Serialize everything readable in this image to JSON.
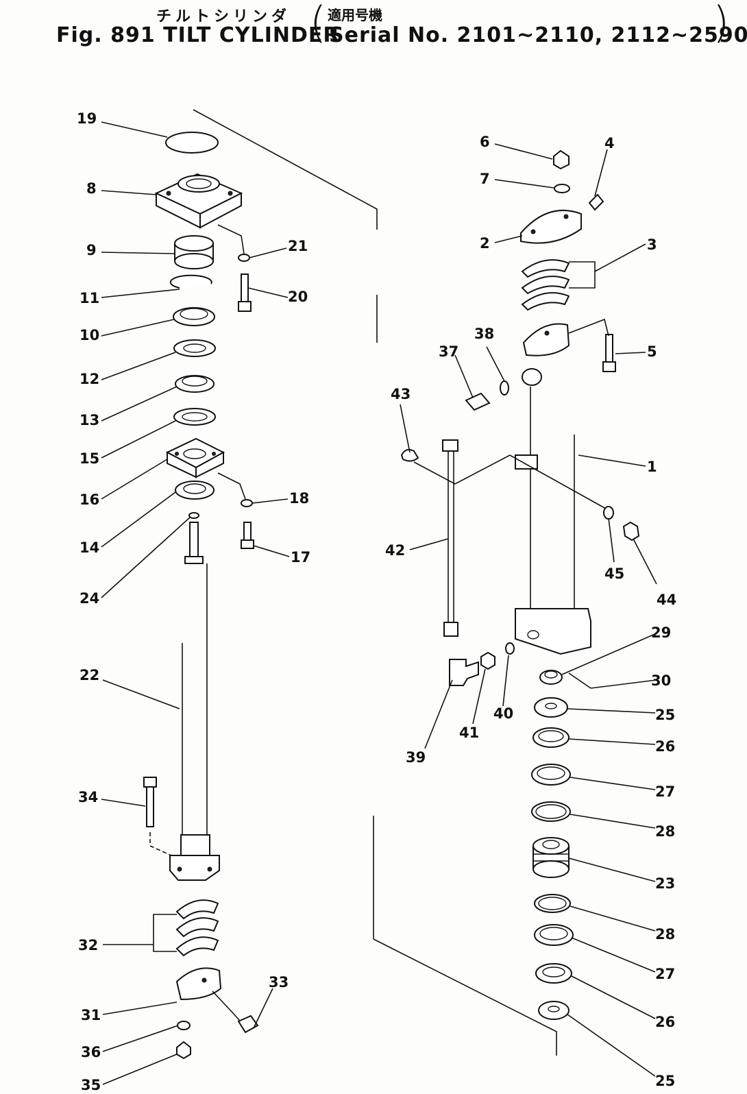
{
  "header": {
    "jp_title": "チルトシリンダ",
    "jp_serial_label": "適用号機",
    "fig_title": "Fig. 891 TILT CYLINDER",
    "serial_title": "Serial No. 2101~2110, 2112~2590"
  },
  "callouts": {
    "c1": "1",
    "c2": "2",
    "c3": "3",
    "c4": "4",
    "c5": "5",
    "c6": "6",
    "c7": "7",
    "c8": "8",
    "c9": "9",
    "c10": "10",
    "c11": "11",
    "c12": "12",
    "c13": "13",
    "c14": "14",
    "c15": "15",
    "c16": "16",
    "c17": "17",
    "c18": "18",
    "c19": "19",
    "c20": "20",
    "c21": "21",
    "c22": "22",
    "c23": "23",
    "c24": "24",
    "c25a": "25",
    "c25b": "25",
    "c26a": "26",
    "c26b": "26",
    "c27a": "27",
    "c27b": "27",
    "c28a": "28",
    "c28b": "28",
    "c29": "29",
    "c30": "30",
    "c31": "31",
    "c32": "32",
    "c33": "33",
    "c34": "34",
    "c35": "35",
    "c36": "36",
    "c37": "37",
    "c38": "38",
    "c39": "39",
    "c40": "40",
    "c41": "41",
    "c42": "42",
    "c43": "43",
    "c44": "44",
    "c45": "45"
  }
}
